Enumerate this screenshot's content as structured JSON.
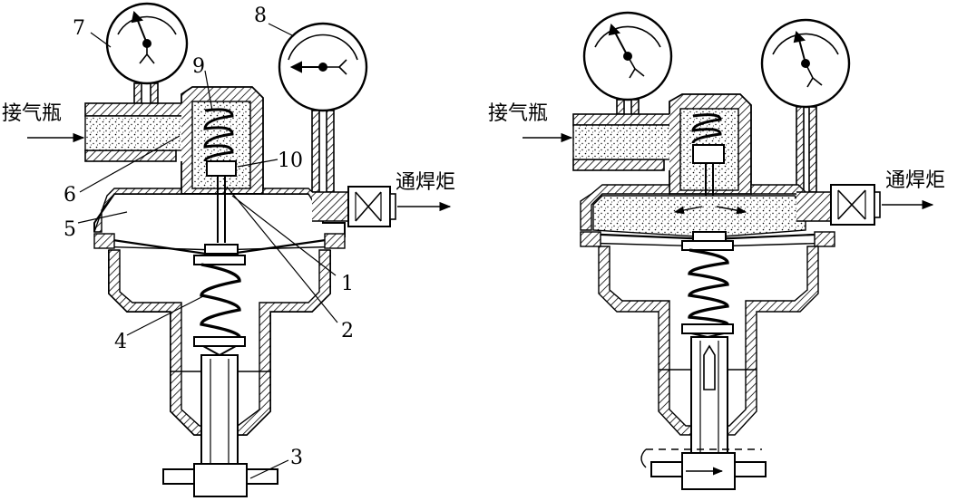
{
  "left": {
    "inlet_label": "接气瓶",
    "outlet_label": "通焊炬",
    "part_numbers": {
      "p1": "1",
      "p2": "2",
      "p3": "3",
      "p4": "4",
      "p5": "5",
      "p6": "6",
      "p7": "7",
      "p8": "8",
      "p9": "9",
      "p10": "10"
    }
  },
  "right": {
    "inlet_label": "接气瓶",
    "outlet_label": "通焊炬"
  },
  "colors": {
    "line": "#000000",
    "background": "#ffffff"
  }
}
